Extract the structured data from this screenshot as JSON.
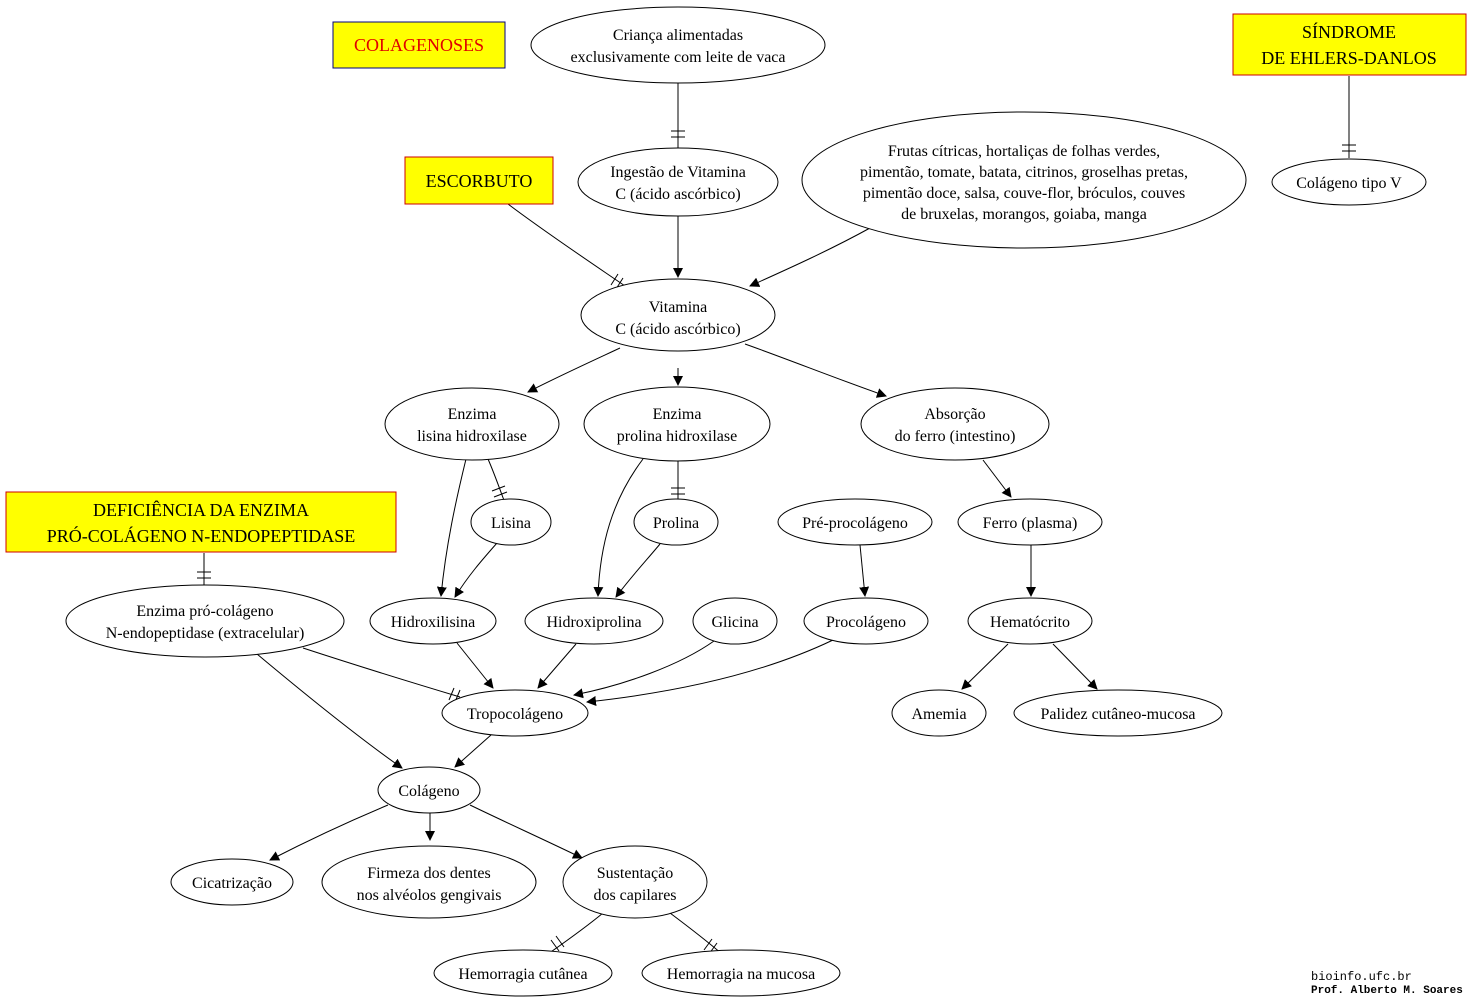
{
  "headers": {
    "colagenoses": "COLAGENOSES",
    "escorbuto": "ESCORBUTO",
    "ehlers_l1": "SÍNDROME",
    "ehlers_l2": "DE EHLERS-DANLOS",
    "deficiencia_l1": "DEFICIÊNCIA DA ENZIMA",
    "deficiencia_l2": "PRÓ-COLÁGENO N-ENDOPEPTIDASE"
  },
  "nodes": {
    "crianca_l1": "Criança alimentadas",
    "crianca_l2": "exclusivamente com leite de vaca",
    "ingestao_l1": "Ingestão de Vitamina",
    "ingestao_l2": "C (ácido ascórbico)",
    "frutas_l1": "Frutas cítricas, hortaliças de folhas verdes,",
    "frutas_l2": "pimentão, tomate, batata, citrinos, groselhas pretas,",
    "frutas_l3": "pimentão doce, salsa, couve-flor, bróculos, couves",
    "frutas_l4": "de bruxelas, morangos, goiaba, manga",
    "colageno_v": "Colágeno tipo V",
    "vitamina_l1": "Vitamina",
    "vitamina_l2": "C (ácido ascórbico)",
    "lisina_hidrox_l1": "Enzima",
    "lisina_hidrox_l2": "lisina hidroxilase",
    "prolina_hidrox_l1": "Enzima",
    "prolina_hidrox_l2": "prolina hidroxilase",
    "absorcao_l1": "Absorção",
    "absorcao_l2": "do ferro (intestino)",
    "lisina": "Lisina",
    "prolina": "Prolina",
    "preprocolageno": "Pré-procolágeno",
    "ferro_plasma": "Ferro (plasma)",
    "enzima_pro_l1": "Enzima pró-colágeno",
    "enzima_pro_l2": "N-endopeptidase (extracelular)",
    "hidroxilisina": "Hidroxilisina",
    "hidroxiprolina": "Hidroxiprolina",
    "glicina": "Glicina",
    "procolageno": "Procolágeno",
    "hematocrito": "Hematócrito",
    "tropocolageno": "Tropocolágeno",
    "amemia": "Amemia",
    "palidez": "Palidez cutâneo-mucosa",
    "colageno": "Colágeno",
    "cicatrizacao": "Cicatrização",
    "firmeza_l1": "Firmeza dos dentes",
    "firmeza_l2": "nos alvéolos gengivais",
    "sustentacao_l1": "Sustentação",
    "sustentacao_l2": "dos capilares",
    "hemorragia_cutanea": "Hemorragia cutânea",
    "hemorragia_mucosa": "Hemorragia na mucosa"
  },
  "credits": {
    "site": "bioinfo.ufc.br",
    "author": "Prof. Alberto M. Soares"
  },
  "colors": {
    "header_fill": "#ffff00",
    "header_border_red": "#cc0000",
    "header_border_blue": "#000080",
    "red_text": "#e00000"
  }
}
